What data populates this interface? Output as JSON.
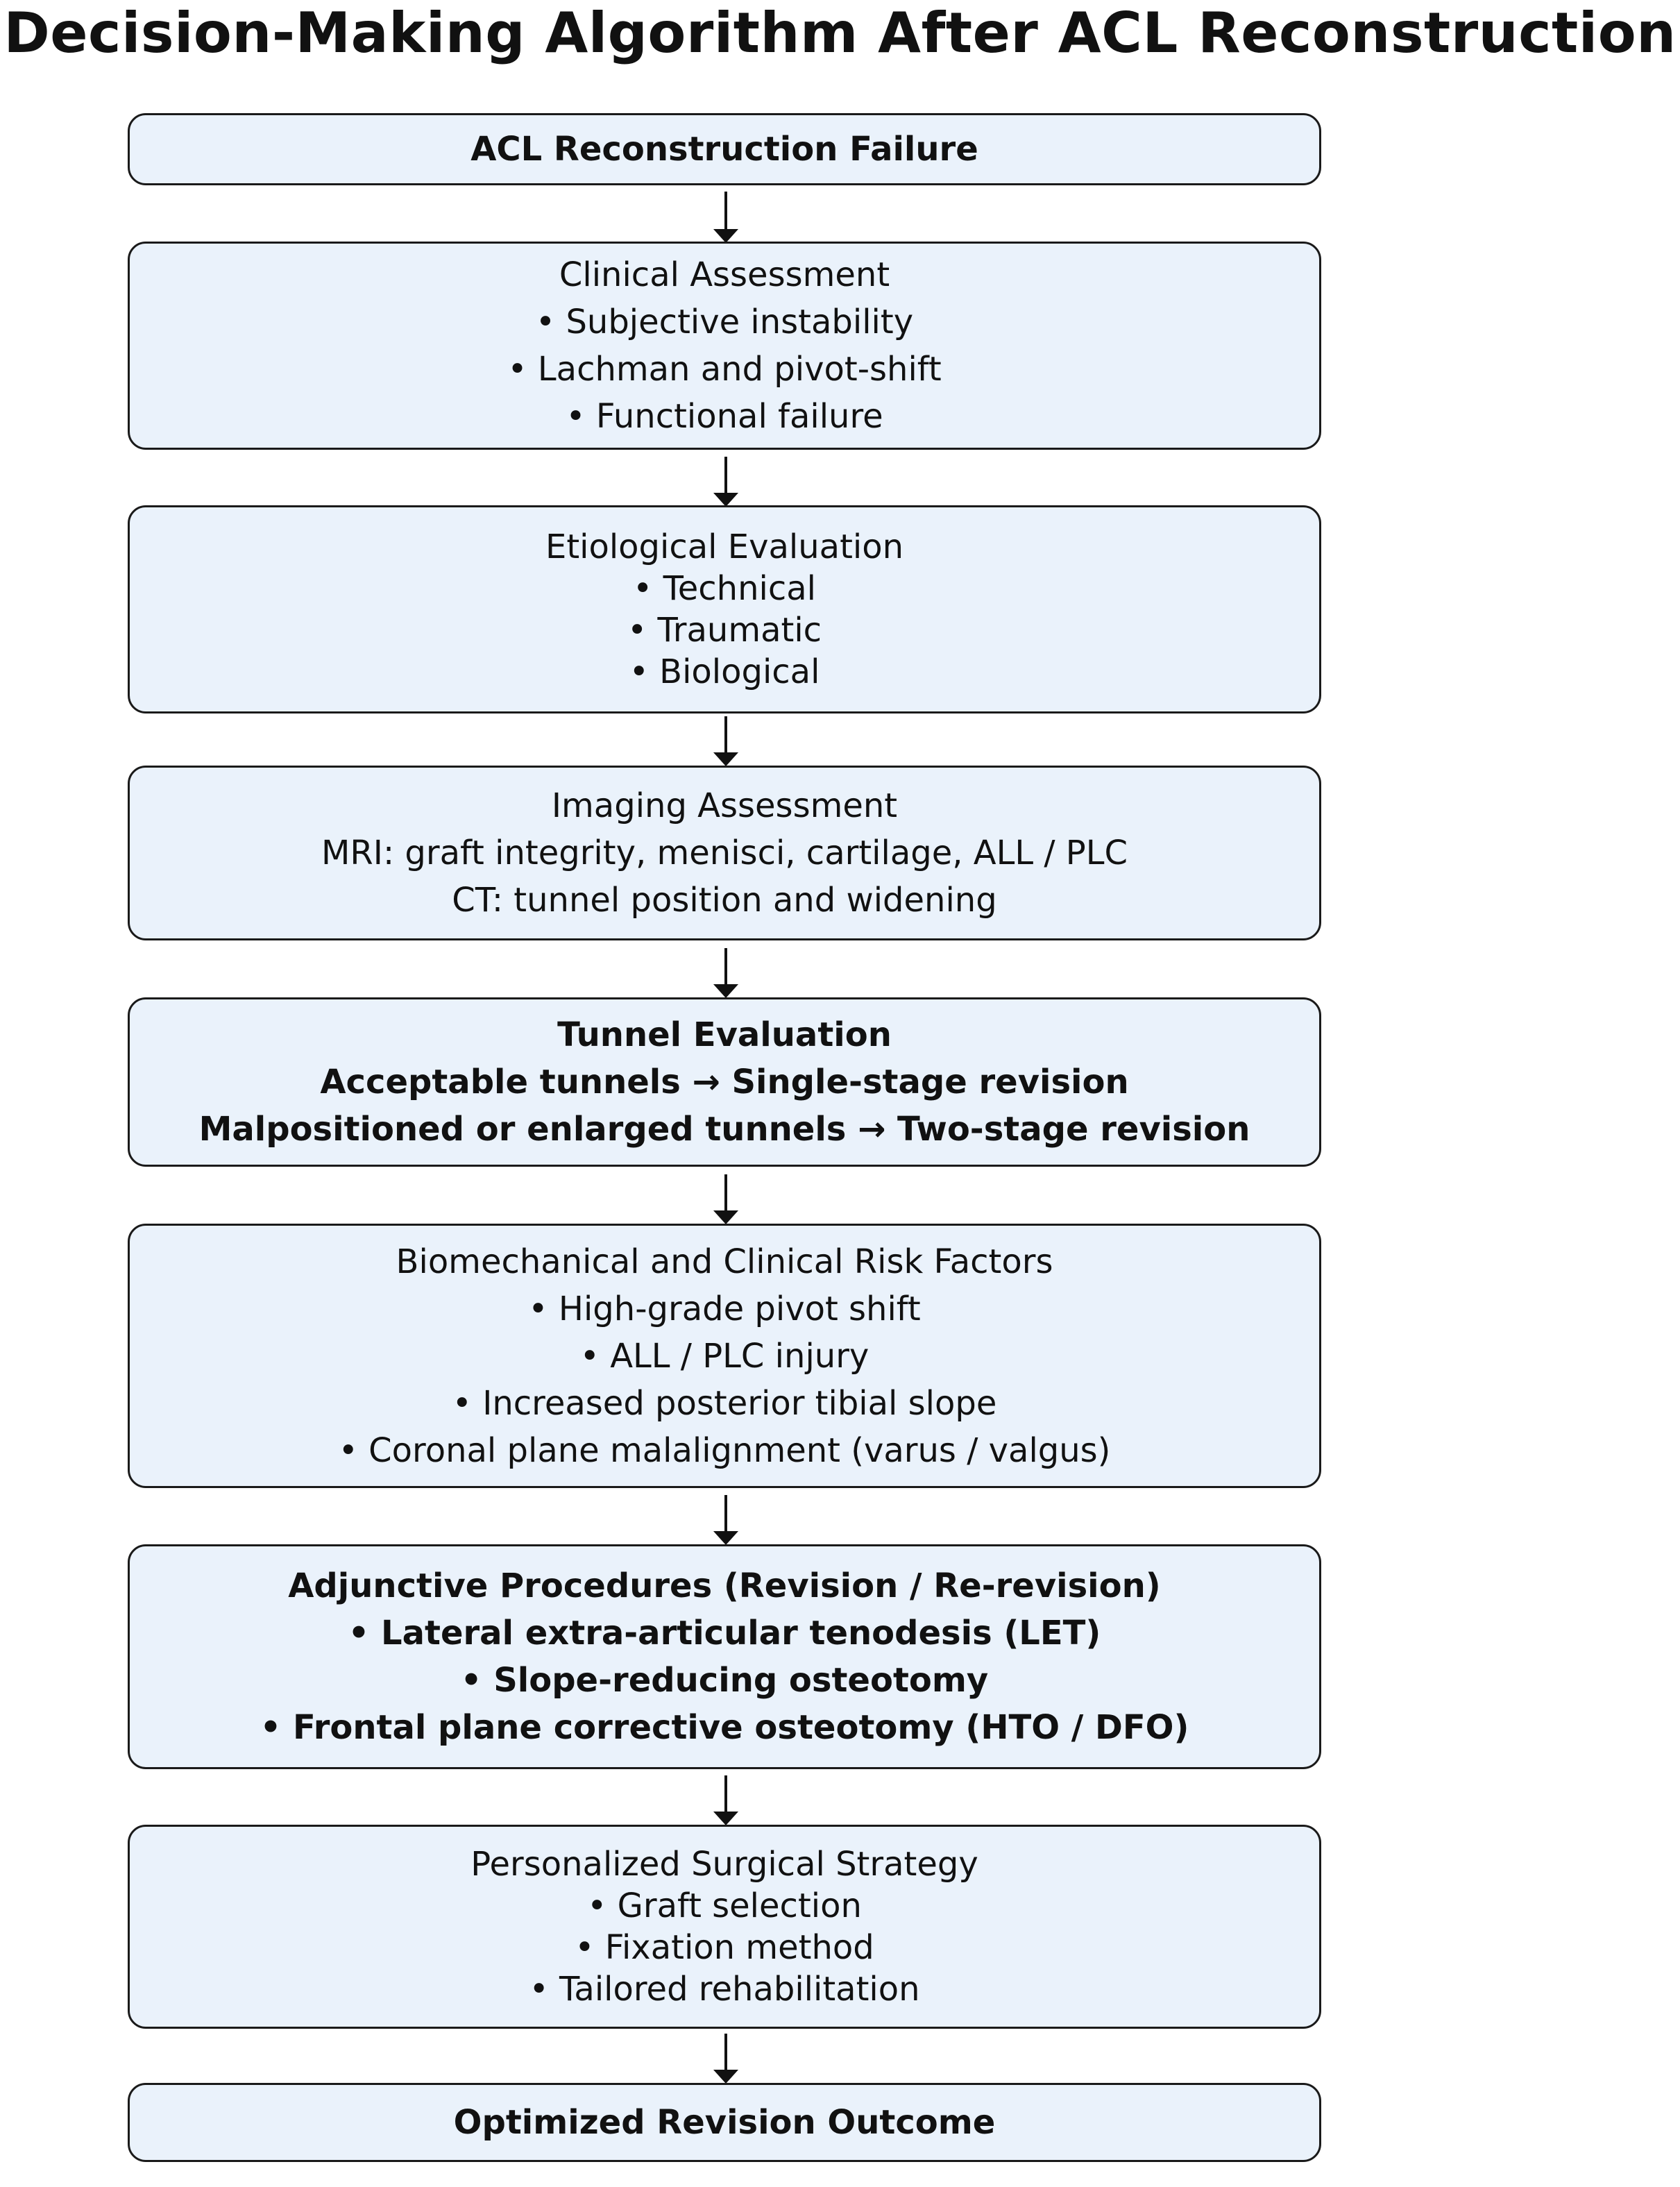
{
  "title": "Decision-Making Algorithm After ACL Reconstruction",
  "nodes": {
    "failure": {
      "lines": [
        "ACL Reconstruction Failure"
      ]
    },
    "clinical": {
      "heading": "Clinical Assessment",
      "lines": [
        "• Subjective instability",
        "• Lachman and pivot-shift",
        "• Functional failure"
      ]
    },
    "etiology": {
      "heading": "Etiological Evaluation",
      "lines": [
        "• Technical",
        "• Traumatic",
        "• Biological"
      ]
    },
    "imaging": {
      "heading": "Imaging Assessment",
      "lines": [
        "MRI: graft integrity, menisci, cartilage, ALL / PLC",
        "CT: tunnel position and widening"
      ]
    },
    "tunnel": {
      "heading": "Tunnel Evaluation",
      "lines": [
        "Acceptable tunnels → Single-stage revision",
        "Malpositioned or enlarged tunnels → Two-stage revision"
      ]
    },
    "risk": {
      "heading": "Biomechanical and Clinical Risk Factors",
      "lines": [
        "• High-grade pivot shift",
        "• ALL / PLC injury",
        "• Increased posterior tibial slope",
        "• Coronal plane malalignment (varus / valgus)"
      ]
    },
    "adjunct": {
      "heading": "Adjunctive Procedures (Revision / Re-revision)",
      "lines": [
        "• Lateral extra-articular tenodesis (LET)",
        "• Slope-reducing osteotomy",
        "• Frontal plane corrective osteotomy (HTO / DFO)"
      ]
    },
    "strategy": {
      "heading": "Personalized Surgical Strategy",
      "lines": [
        "• Graft selection",
        "• Fixation method",
        "• Tailored rehabilitation"
      ]
    },
    "outcome": {
      "lines": [
        "Optimized Revision Outcome"
      ]
    }
  },
  "colors": {
    "box_fill": "#eaf2fb",
    "box_border": "#1a1a1a",
    "arrow": "#111111"
  }
}
